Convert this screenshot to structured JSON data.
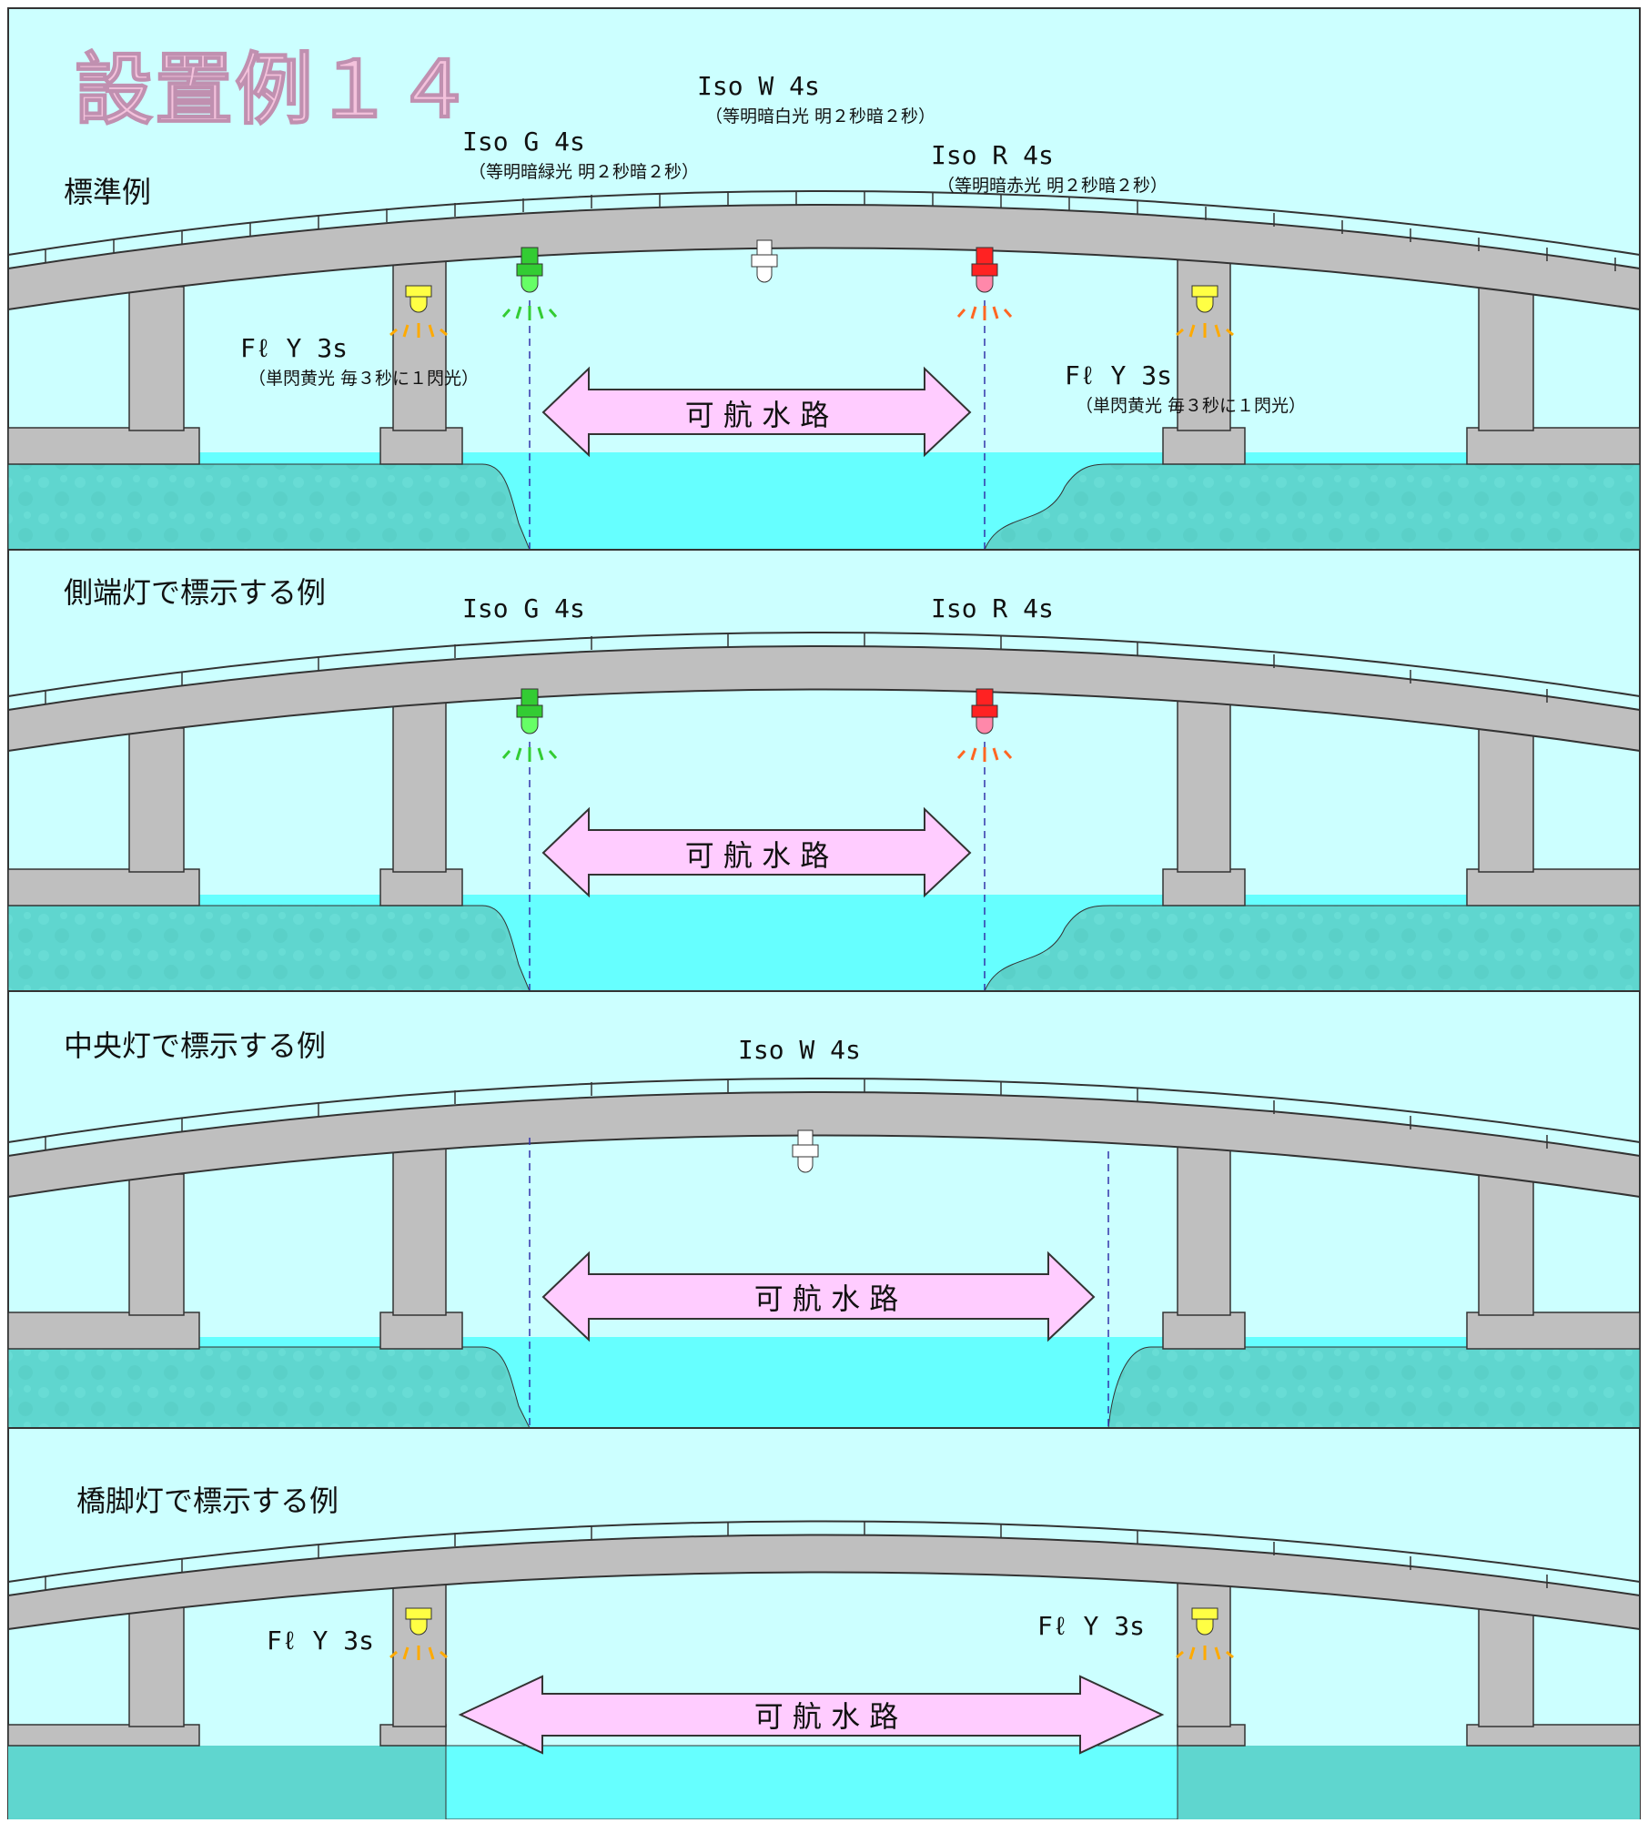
{
  "title": "設置例１４",
  "panels": [
    {
      "heading": "標準例",
      "labels": {
        "center": "Iso W 4s",
        "center_sub": "（等明暗白光 明２秒暗２秒）",
        "green": "Iso G 4s",
        "green_sub": "（等明暗緑光 明２秒暗２秒）",
        "red": "Iso R 4s",
        "red_sub": "（等明暗赤光 明２秒暗２秒）",
        "pier_left": "Fℓ Y 3s",
        "pier_left_sub": "（単閃黄光 毎３秒に１閃光）",
        "pier_right": "Fℓ Y 3s",
        "pier_right_sub": "（単閃黄光 毎３秒に１閃光）"
      },
      "channel": "可 航 水 路"
    },
    {
      "heading": "側端灯で標示する例",
      "labels": {
        "green": "Iso G 4s",
        "red": "Iso R 4s"
      },
      "channel": "可 航 水 路"
    },
    {
      "heading": "中央灯で標示する例",
      "labels": {
        "center": "Iso W 4s"
      },
      "channel": "可 航 水 路"
    },
    {
      "heading": "橋脚灯で標示する例",
      "labels": {
        "pier_left": "Fℓ Y 3s",
        "pier_right": "Fℓ Y 3s"
      },
      "channel": "可 航 水 路"
    }
  ],
  "colors": {
    "sky": "#ccffff",
    "water": "#66ffff",
    "bank": "#5fd6cf",
    "bridge": "#bfbfbf",
    "outline": "#333333",
    "arrow_fill": "#ffccff",
    "green_light": "#33cc33",
    "red_light": "#ff2222",
    "white_light": "#ffffff",
    "yellow_light": "#ffff44",
    "title_pink": "#f2b8d8"
  }
}
